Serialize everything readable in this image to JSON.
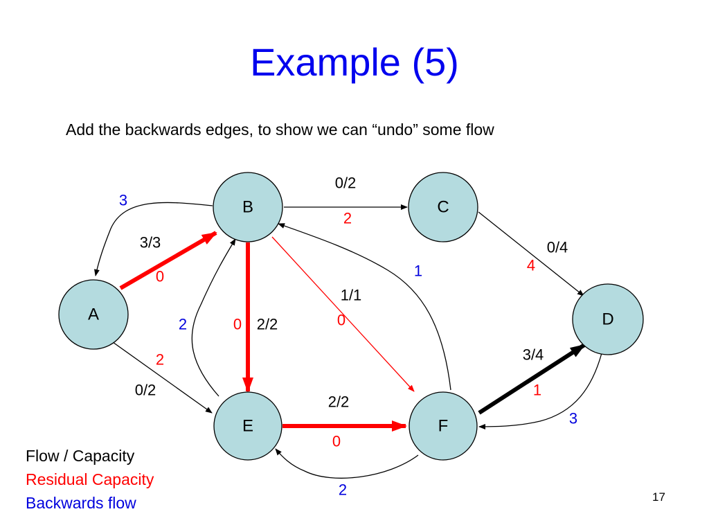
{
  "slide": {
    "title": "Example (5)",
    "subtitle": "Add the backwards edges, to show we can “undo” some flow",
    "page_number": "17"
  },
  "colors": {
    "flow_capacity": "#000000",
    "residual": "#ff0000",
    "backwards": "#0000dd",
    "node_fill": "#b4dbdf"
  },
  "legend": {
    "flow_capacity": "Flow / Capacity",
    "residual": "Residual Capacity",
    "backwards": "Backwards flow"
  },
  "nodes": [
    {
      "id": "A",
      "label": "A"
    },
    {
      "id": "B",
      "label": "B"
    },
    {
      "id": "C",
      "label": "C"
    },
    {
      "id": "D",
      "label": "D"
    },
    {
      "id": "E",
      "label": "E"
    },
    {
      "id": "F",
      "label": "F"
    }
  ],
  "edges": [
    {
      "id": "A-B",
      "from": "A",
      "to": "B",
      "flow_capacity": "3/3",
      "residual": "0",
      "style": "red-bold"
    },
    {
      "id": "B-C",
      "from": "B",
      "to": "C",
      "flow_capacity": "0/2",
      "residual": "2",
      "style": "thin"
    },
    {
      "id": "C-D",
      "from": "C",
      "to": "D",
      "flow_capacity": "0/4",
      "residual": "4",
      "style": "thin"
    },
    {
      "id": "B-E",
      "from": "B",
      "to": "E",
      "flow_capacity": "2/2",
      "residual": "0",
      "style": "red-bold"
    },
    {
      "id": "B-F",
      "from": "B",
      "to": "F",
      "flow_capacity": "1/1",
      "residual": "0",
      "style": "red-thin"
    },
    {
      "id": "A-E",
      "from": "A",
      "to": "E",
      "flow_capacity": "0/2",
      "residual": "2",
      "style": "thin"
    },
    {
      "id": "E-F",
      "from": "E",
      "to": "F",
      "flow_capacity": "2/2",
      "residual": "0",
      "style": "red-bold"
    },
    {
      "id": "F-D",
      "from": "F",
      "to": "D",
      "flow_capacity": "3/4",
      "residual": "1",
      "style": "black-bold"
    }
  ],
  "backward_edges": [
    {
      "id": "B-A",
      "from": "B",
      "to": "A",
      "value": "3"
    },
    {
      "id": "E-B",
      "from": "E",
      "to": "B",
      "value": "2"
    },
    {
      "id": "F-B",
      "from": "F",
      "to": "B",
      "value": "1"
    },
    {
      "id": "F-E",
      "from": "F",
      "to": "E",
      "value": "2"
    },
    {
      "id": "D-F",
      "from": "D",
      "to": "F",
      "value": "3"
    }
  ]
}
